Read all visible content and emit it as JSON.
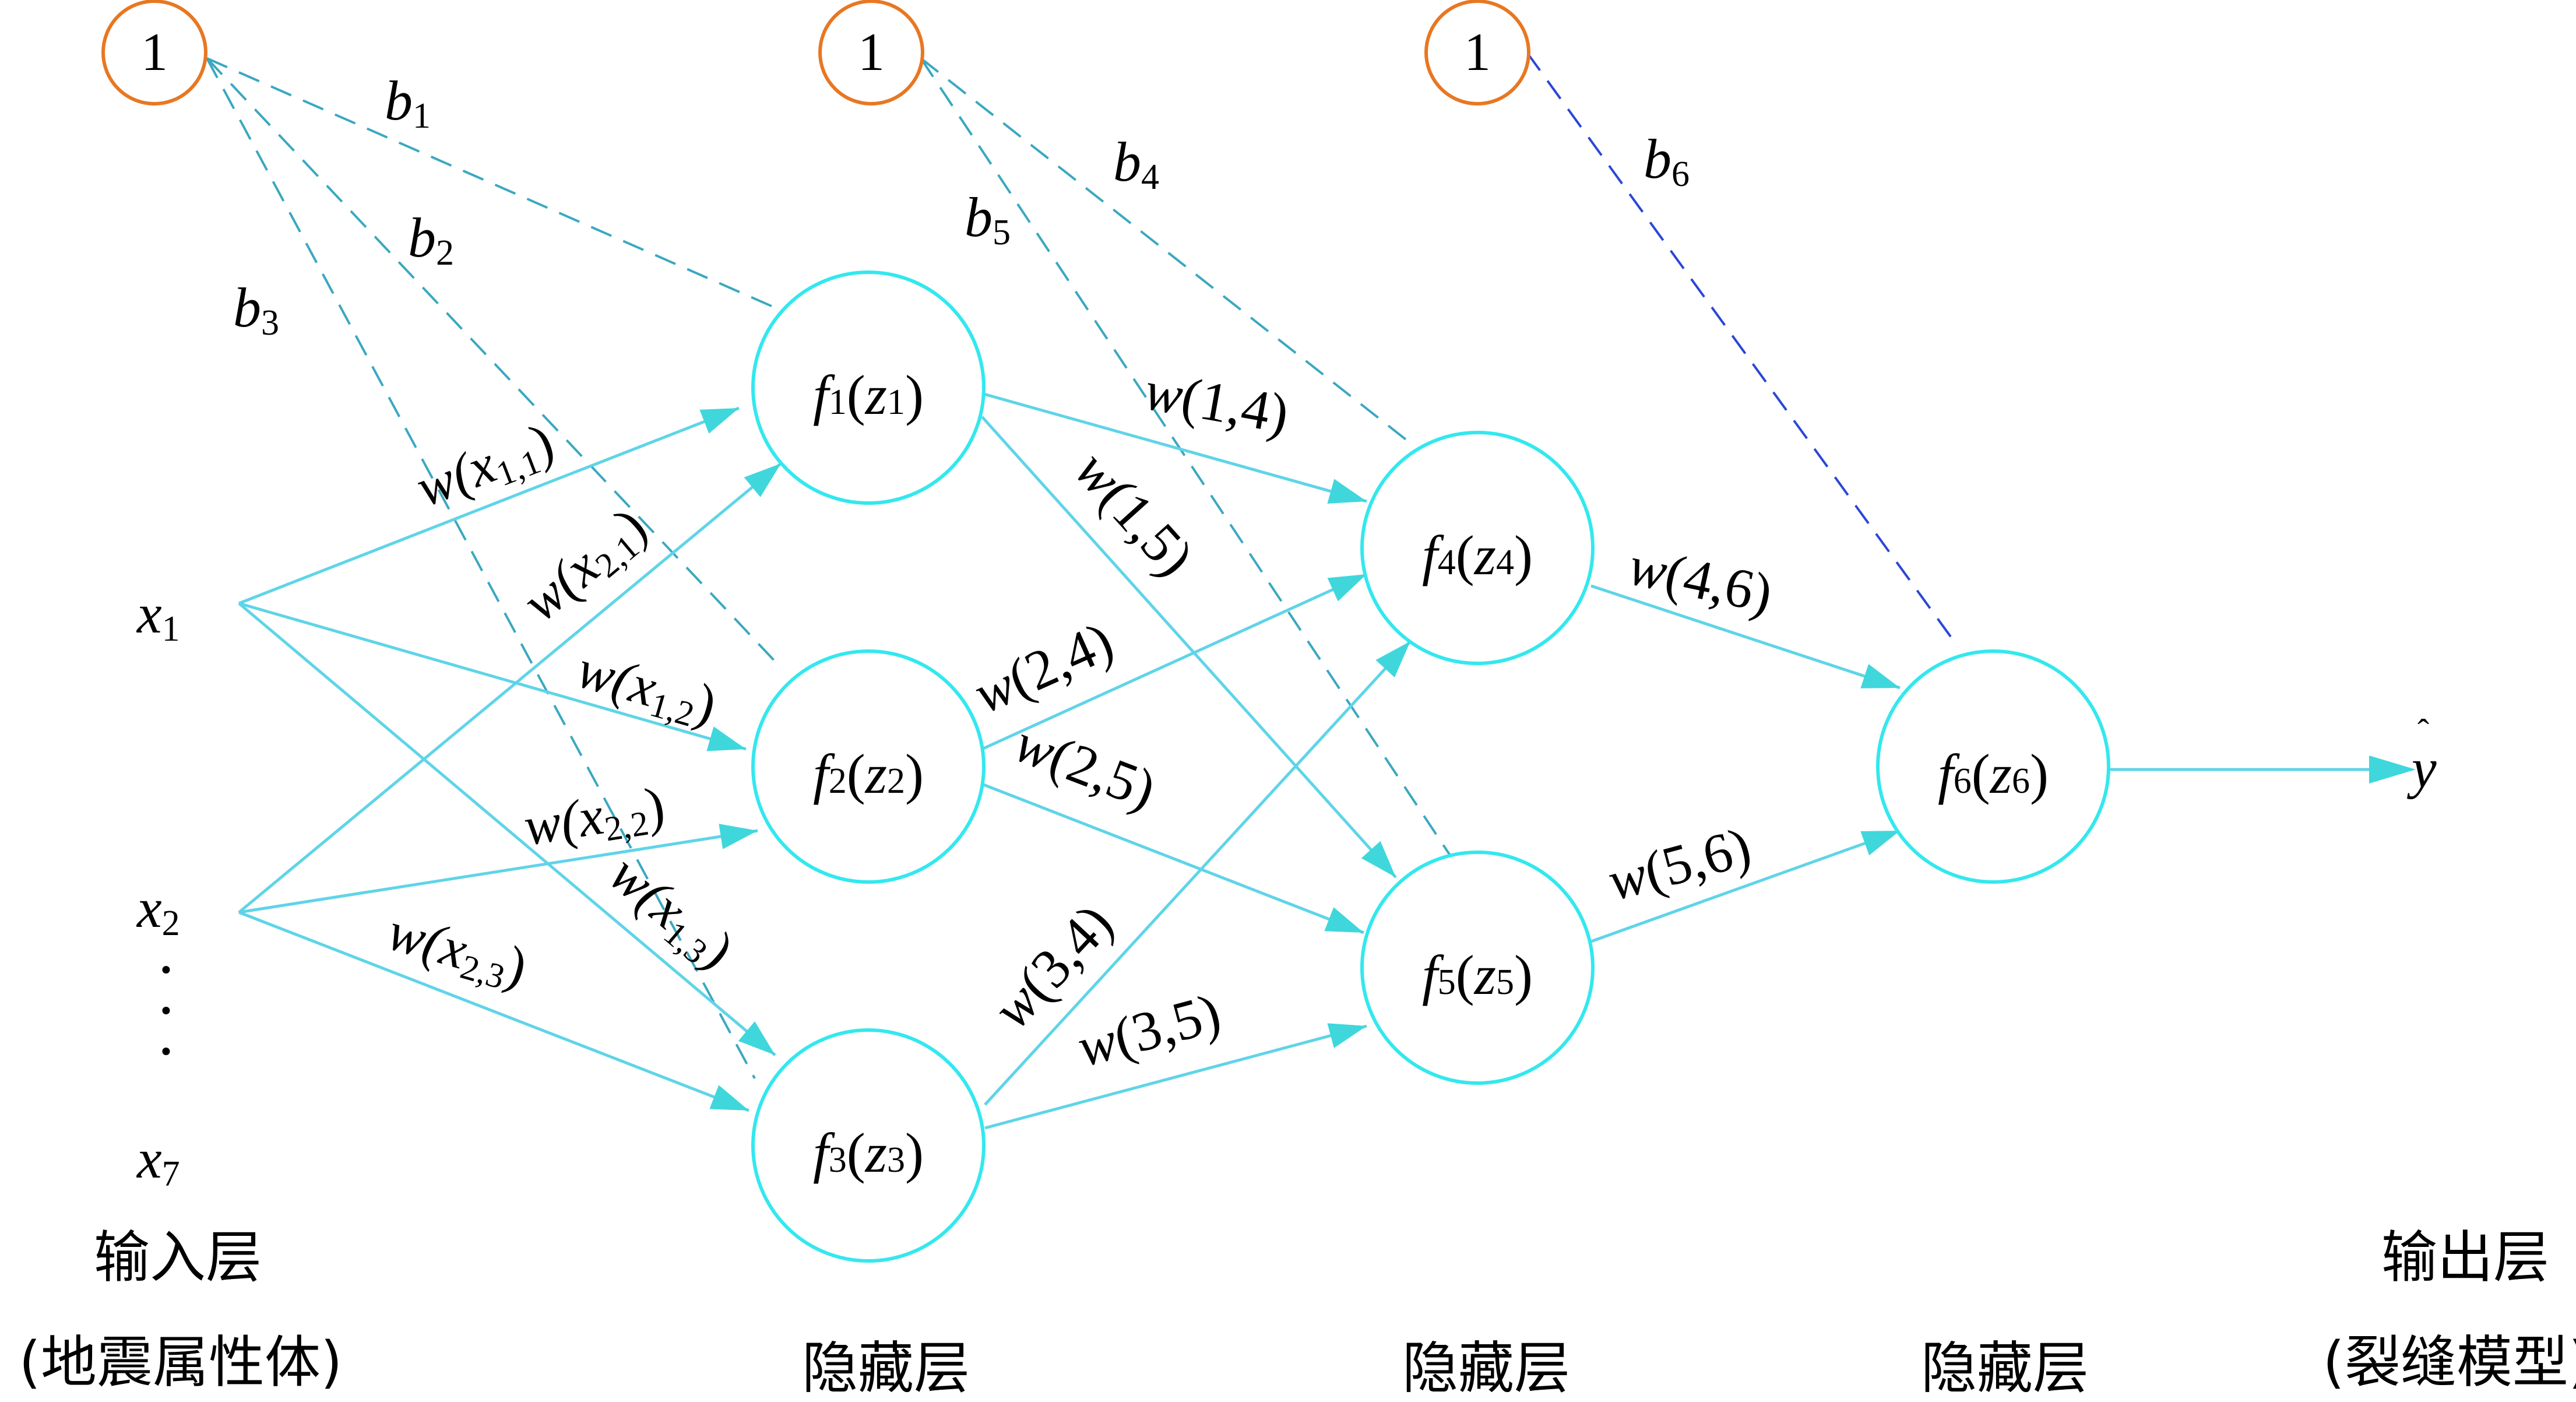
{
  "colors": {
    "neuron": "#33e8ee",
    "edge": "#5fd4e8",
    "arrow": "#3fd7db",
    "bias_node": "#e87722",
    "bias_edge": "#3aa8c0",
    "bias_edge_out": "#2a46d6",
    "text": "#000000"
  },
  "bias_nodes": [
    {
      "id": "bias-1",
      "label": "1"
    },
    {
      "id": "bias-2",
      "label": "1"
    },
    {
      "id": "bias-3",
      "label": "1"
    }
  ],
  "inputs": {
    "x1": {
      "var": "x",
      "sub": "1"
    },
    "x2": {
      "var": "x",
      "sub": "2"
    },
    "x7": {
      "var": "x",
      "sub": "7"
    },
    "dots": "·"
  },
  "neurons": [
    {
      "f": "f",
      "fs": "1",
      "z": "z",
      "zs": "1"
    },
    {
      "f": "f",
      "fs": "2",
      "z": "z",
      "zs": "2"
    },
    {
      "f": "f",
      "fs": "3",
      "z": "z",
      "zs": "3"
    },
    {
      "f": "f",
      "fs": "4",
      "z": "z",
      "zs": "4"
    },
    {
      "f": "f",
      "fs": "5",
      "z": "z",
      "zs": "5"
    },
    {
      "f": "f",
      "fs": "6",
      "z": "z",
      "zs": "6"
    }
  ],
  "bias_labels": [
    {
      "b": "b",
      "s": "1"
    },
    {
      "b": "b",
      "s": "2"
    },
    {
      "b": "b",
      "s": "3"
    },
    {
      "b": "b",
      "s": "4"
    },
    {
      "b": "b",
      "s": "5"
    },
    {
      "b": "b",
      "s": "6"
    }
  ],
  "input_weights": [
    {
      "w": "w(",
      "x": "x",
      "sub": "1,1",
      "close": ")"
    },
    {
      "w": "w(",
      "x": "x",
      "sub": "2,1",
      "close": ")"
    },
    {
      "w": "w(",
      "x": "x",
      "sub": "1,2",
      "close": ")"
    },
    {
      "w": "w(",
      "x": "x",
      "sub": "2,2",
      "close": ")"
    },
    {
      "w": "w(",
      "x": "x",
      "sub": "1,3",
      "close": ")"
    },
    {
      "w": "w(",
      "x": "x",
      "sub": "2,3",
      "close": ")"
    }
  ],
  "hidden_weights": [
    {
      "w": "w",
      "rest": "(1,4)"
    },
    {
      "w": "w",
      "rest": "(1,5)"
    },
    {
      "w": "w",
      "rest": "(2,4)"
    },
    {
      "w": "w",
      "rest": "(2,5)"
    },
    {
      "w": "w",
      "rest": "(3,4)"
    },
    {
      "w": "w",
      "rest": "(3,5)"
    },
    {
      "w": "w",
      "rest": "(4,6)"
    },
    {
      "w": "w",
      "rest": "(5,6)"
    }
  ],
  "output": {
    "y": "y",
    "hat": "ˆ"
  },
  "layers": {
    "input_title": "输入层",
    "input_sub": "(地震属性体)",
    "hidden_1": "隐藏层",
    "hidden_2": "隐藏层",
    "hidden_3": "隐藏层",
    "output_title": "输出层",
    "output_sub": "(裂缝模型)"
  }
}
